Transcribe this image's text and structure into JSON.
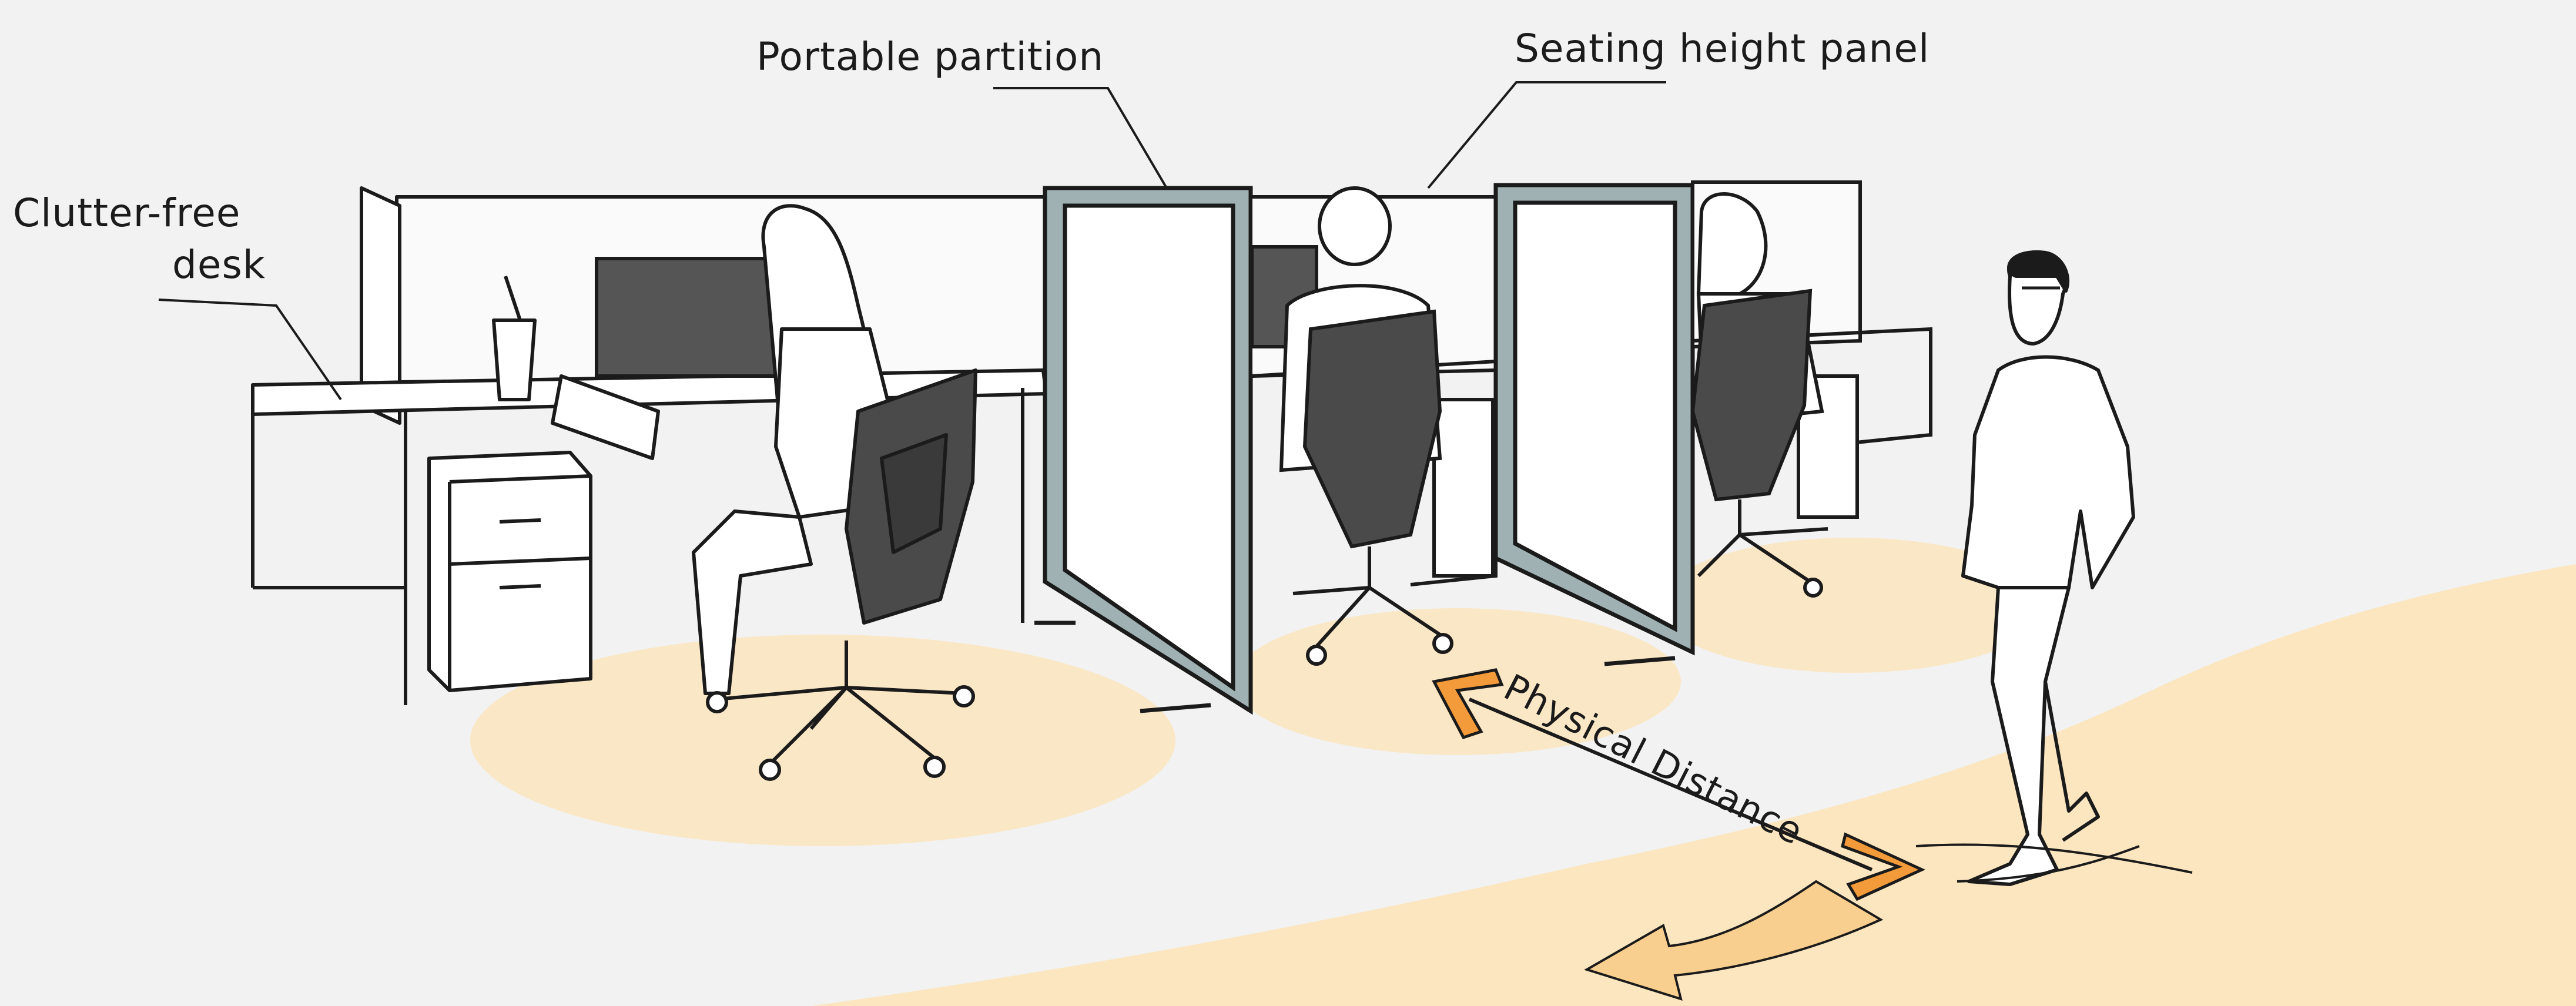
{
  "annotations": {
    "clutter_free_desk_line1": "Clutter-free",
    "clutter_free_desk_line2": "desk",
    "portable_partition": "Portable partition",
    "seating_height_panel": "Seating height panel",
    "physical_distance": "Physical Distance"
  },
  "colors": {
    "background": "#f2f2f2",
    "floor_zone": "#fbe6c0",
    "floor_zone_light": "#fdeccd",
    "partition_frame": "#9fb1b3",
    "chair_dark": "#4a4a4a",
    "monitor": "#555555",
    "distance_arrow": "#f39a3b",
    "curved_arrow": "#f8cf8e",
    "ink": "#1b1b1b"
  }
}
